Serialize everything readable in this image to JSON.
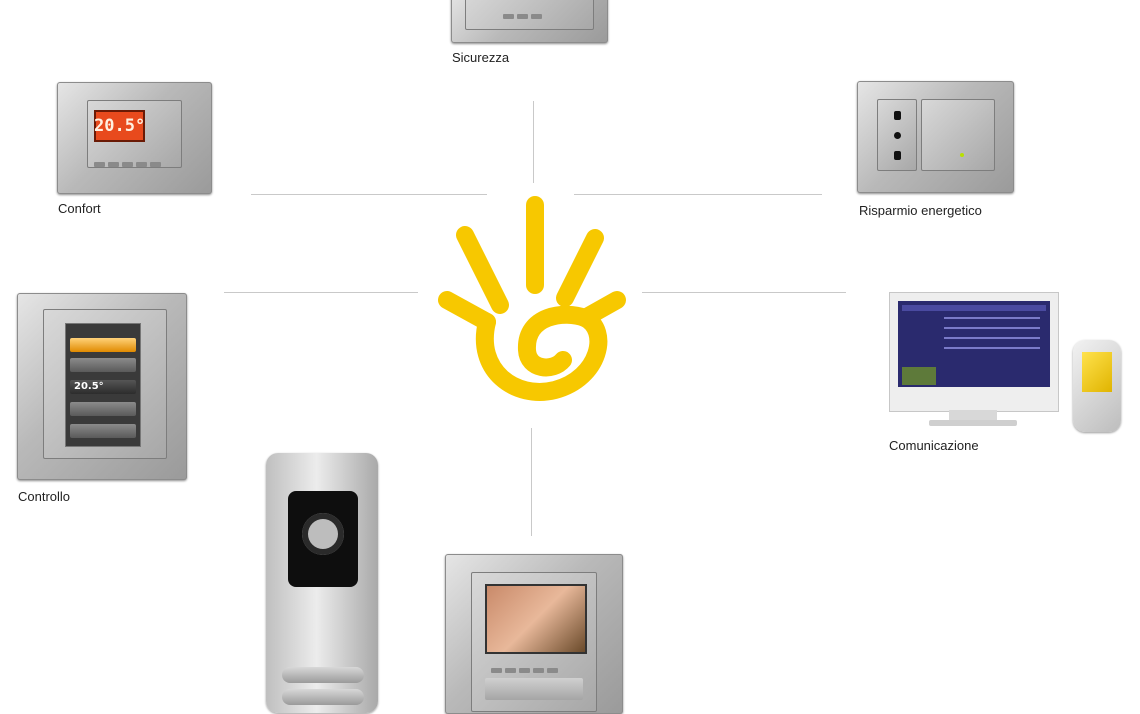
{
  "labels": {
    "sicurezza": "Sicurezza",
    "confort": "Confort",
    "risparmio": "Risparmio energetico",
    "controllo": "Controllo",
    "comunicazione": "Comunicazione"
  },
  "devices": {
    "thermostat_display": "20.5°",
    "touch_temp": "20.5°"
  },
  "colors": {
    "logo_yellow": "#f7c800",
    "connector_gray": "#c9c9c9",
    "lcd_orange": "#e84a1d"
  },
  "icons": {
    "logo": "yellow-hand-logo"
  }
}
